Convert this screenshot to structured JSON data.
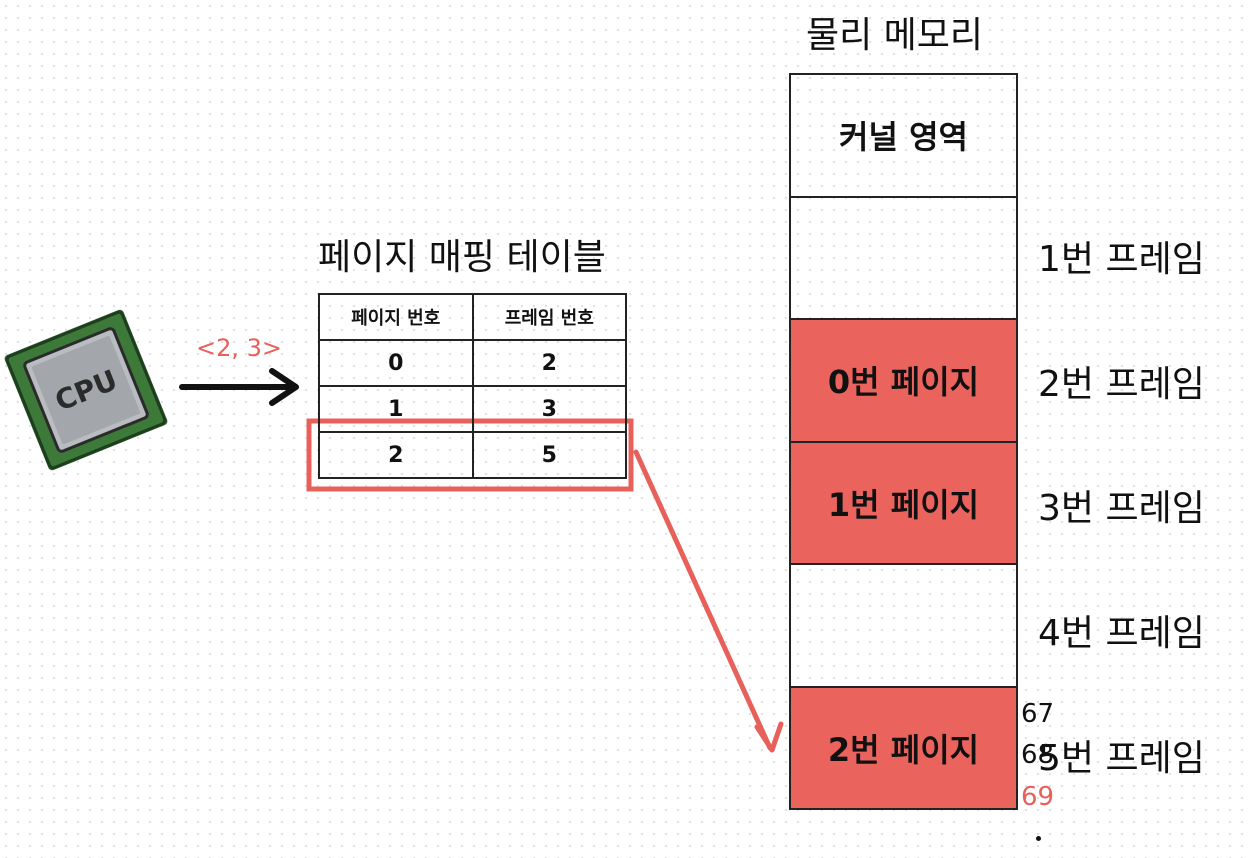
{
  "physical_memory": {
    "title": "물리 메모리",
    "cells": [
      {
        "label": "커널 영역",
        "filled": false
      },
      {
        "label": "",
        "filled": false
      },
      {
        "label": "0번 페이지",
        "filled": true
      },
      {
        "label": "1번 페이지",
        "filled": true
      },
      {
        "label": "",
        "filled": false
      },
      {
        "label": "2번 페이지",
        "filled": true
      }
    ],
    "frame_labels": [
      "1번 프레임",
      "2번 프레임",
      "3번 프레임",
      "4번 프레임",
      "5번 프레임"
    ]
  },
  "page_table": {
    "title": "페이지 매핑 테이블",
    "headers": [
      "페이지 번호",
      "프레임 번호"
    ],
    "rows": [
      [
        "0",
        "2"
      ],
      [
        "1",
        "3"
      ],
      [
        "2",
        "5"
      ]
    ],
    "highlighted_row": 2
  },
  "cpu": {
    "chip_text": "CPU",
    "address_label": "<2, 3>"
  },
  "overlay_numbers": [
    "67",
    "68",
    "69"
  ],
  "colors": {
    "highlight": "#ea635d",
    "accent_text": "#e8605a",
    "line": "#222222"
  }
}
